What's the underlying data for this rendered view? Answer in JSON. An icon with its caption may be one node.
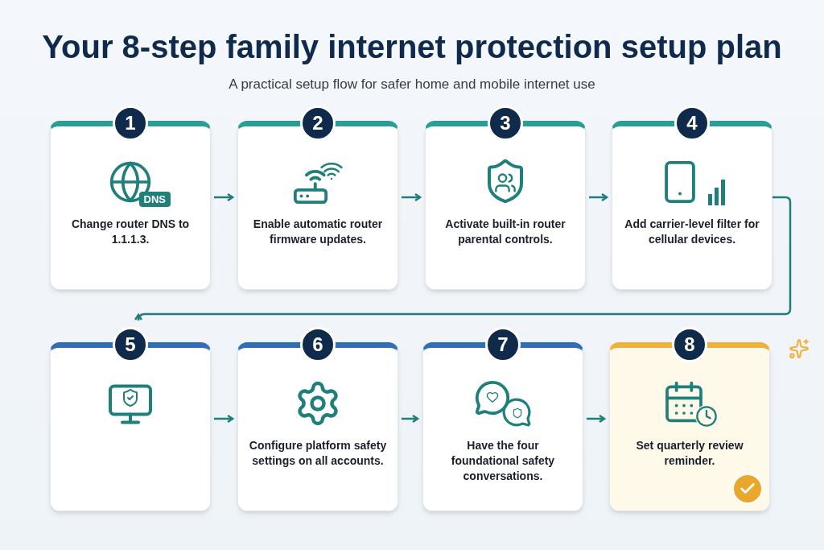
{
  "diagram": {
    "title": "Your 8-step family internet protection setup plan",
    "caption": "A practical setup flow for safer home and mobile internet use",
    "nodes": [
      {
        "text": [
          "1",
          "DNS",
          "Change router DNS to 1.1.1.3."
        ]
      },
      {
        "text": [
          "2",
          "Enable automatic router firmware updates."
        ]
      },
      {
        "text": [
          "3",
          "Activate built-in router parental controls."
        ]
      },
      {
        "text": [
          "4",
          "Add carrier-level filter for cellular devices."
        ]
      },
      {
        "text": [
          "5"
        ]
      },
      {
        "text": [
          "6",
          "Configure platform safety settings on all accounts."
        ]
      },
      {
        "text": [
          "7",
          "Have the four foundational safety conversations."
        ]
      },
      {
        "text": [
          "8",
          "Set quarterly review reminder."
        ]
      }
    ],
    "edges": [
      {
        "from": 0,
        "to": 1,
        "arrow": "to"
      },
      {
        "from": 1,
        "to": 2,
        "arrow": "to"
      },
      {
        "from": 2,
        "to": 3,
        "arrow": "to"
      },
      {
        "from": 3,
        "to": 4,
        "arrow": "to"
      },
      {
        "from": 4,
        "to": 5,
        "arrow": "to"
      },
      {
        "from": 5,
        "to": 6,
        "arrow": "to"
      },
      {
        "from": 6,
        "to": 7,
        "arrow": "to"
      }
    ]
  }
}
